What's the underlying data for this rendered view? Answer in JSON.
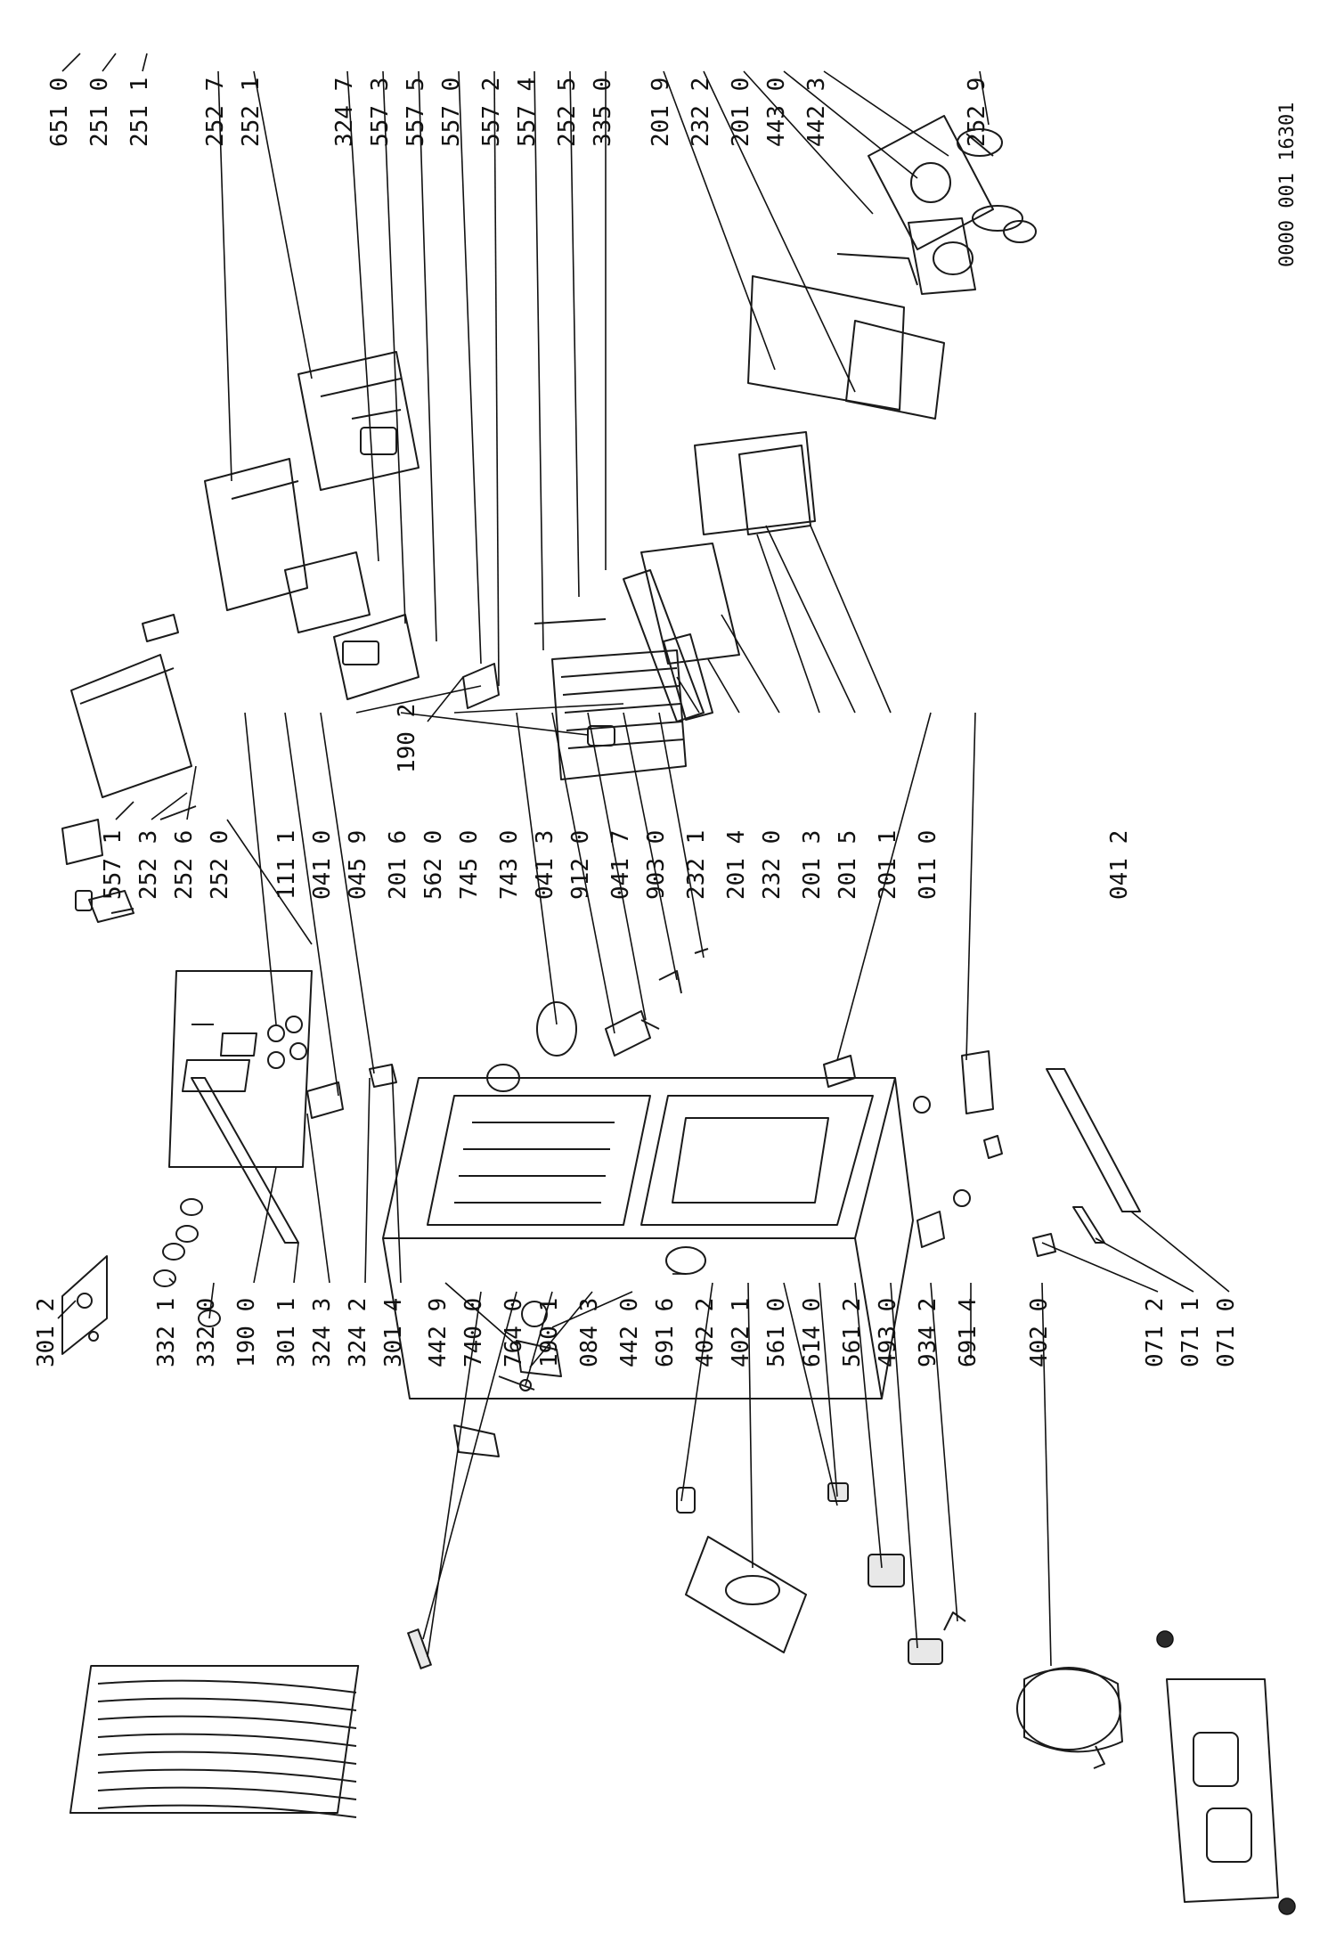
{
  "drawing": {
    "code": "0000 001 16301"
  },
  "labels": [
    {
      "id": "p1",
      "text": "301 2"
    },
    {
      "id": "p2",
      "text": "332 1"
    },
    {
      "id": "p3",
      "text": "332 0"
    },
    {
      "id": "p4",
      "text": "190 0"
    },
    {
      "id": "p5",
      "text": "301 1"
    },
    {
      "id": "p6",
      "text": "324 3"
    },
    {
      "id": "p7",
      "text": "324 2"
    },
    {
      "id": "p8",
      "text": "301 4"
    },
    {
      "id": "p9",
      "text": "442 9"
    },
    {
      "id": "p10",
      "text": "740 0"
    },
    {
      "id": "p11",
      "text": "764 0"
    },
    {
      "id": "p12",
      "text": "190 1"
    },
    {
      "id": "p13",
      "text": "084 3"
    },
    {
      "id": "p14",
      "text": "442 0"
    },
    {
      "id": "p15",
      "text": "691 6"
    },
    {
      "id": "p16",
      "text": "402 2"
    },
    {
      "id": "p17",
      "text": "402 1"
    },
    {
      "id": "p18",
      "text": "561 0"
    },
    {
      "id": "p19",
      "text": "614 0"
    },
    {
      "id": "p20",
      "text": "561 2"
    },
    {
      "id": "p21",
      "text": "493 0"
    },
    {
      "id": "p22",
      "text": "934 2"
    },
    {
      "id": "p23",
      "text": "691 4"
    },
    {
      "id": "p24",
      "text": "402 0"
    },
    {
      "id": "p25",
      "text": "071 2"
    },
    {
      "id": "p26",
      "text": "071 1"
    },
    {
      "id": "p27",
      "text": "071 0"
    },
    {
      "id": "p28",
      "text": "557 1"
    },
    {
      "id": "p29",
      "text": "252 3"
    },
    {
      "id": "p30",
      "text": "252 6"
    },
    {
      "id": "p31",
      "text": "252 0"
    },
    {
      "id": "p32",
      "text": "111 1"
    },
    {
      "id": "p33",
      "text": "041 0"
    },
    {
      "id": "p34",
      "text": "045 9"
    },
    {
      "id": "p35",
      "text": "201 6"
    },
    {
      "id": "p36",
      "text": "562 0"
    },
    {
      "id": "p37",
      "text": "745 0"
    },
    {
      "id": "p38",
      "text": "743 0"
    },
    {
      "id": "p39",
      "text": "041 3"
    },
    {
      "id": "p40",
      "text": "912 0"
    },
    {
      "id": "p41",
      "text": "041 7"
    },
    {
      "id": "p42",
      "text": "903 0"
    },
    {
      "id": "p43",
      "text": "232 1"
    },
    {
      "id": "p44",
      "text": "201 4"
    },
    {
      "id": "p45",
      "text": "232 0"
    },
    {
      "id": "p46",
      "text": "201 3"
    },
    {
      "id": "p47",
      "text": "201 5"
    },
    {
      "id": "p48",
      "text": "201 1"
    },
    {
      "id": "p49",
      "text": "011 0"
    },
    {
      "id": "p50",
      "text": "041 2"
    },
    {
      "id": "p51",
      "text": "190 2"
    },
    {
      "id": "p52",
      "text": "651 0"
    },
    {
      "id": "p53",
      "text": "251 0"
    },
    {
      "id": "p54",
      "text": "251 1"
    },
    {
      "id": "p55",
      "text": "252 7"
    },
    {
      "id": "p56",
      "text": "252 1"
    },
    {
      "id": "p57",
      "text": "324 7"
    },
    {
      "id": "p58",
      "text": "557 3"
    },
    {
      "id": "p59",
      "text": "557 5"
    },
    {
      "id": "p60",
      "text": "557 0"
    },
    {
      "id": "p61",
      "text": "557 2"
    },
    {
      "id": "p62",
      "text": "557 4"
    },
    {
      "id": "p63",
      "text": "252 5"
    },
    {
      "id": "p64",
      "text": "335 0"
    },
    {
      "id": "p65",
      "text": "201 9"
    },
    {
      "id": "p66",
      "text": "232 2"
    },
    {
      "id": "p67",
      "text": "201 0"
    },
    {
      "id": "p68",
      "text": "443 0"
    },
    {
      "id": "p69",
      "text": "442 3"
    },
    {
      "id": "p70",
      "text": "252 9"
    }
  ]
}
